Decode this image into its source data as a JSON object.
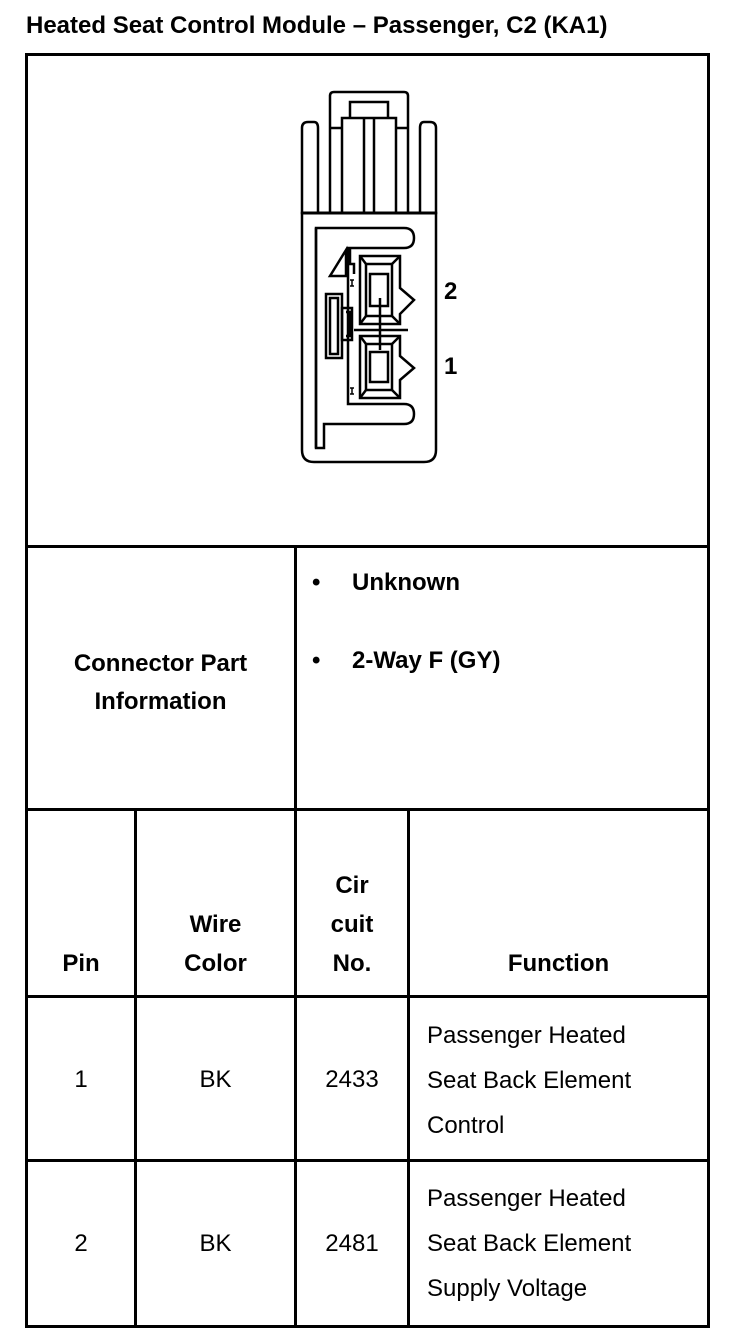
{
  "title": "Heated Seat Control Module – Passenger, C2 (KA1)",
  "diagram": {
    "pin_labels": [
      "2",
      "1"
    ]
  },
  "connector_info": {
    "label_line1": "Connector Part",
    "label_line2": "Information",
    "bullets": [
      "Unknown",
      "2-Way F (GY)"
    ],
    "bullet_char": "•"
  },
  "table": {
    "headers": {
      "pin": "Pin",
      "wire_color_1": "Wire",
      "wire_color_2": "Color",
      "circuit_1": "Cir",
      "circuit_2": "cuit",
      "circuit_3": "No.",
      "function": "Function"
    },
    "rows": [
      {
        "pin": "1",
        "wire_color": "BK",
        "circuit": "2433",
        "function_lines": [
          "Passenger Heated",
          "Seat Back Element",
          "Control"
        ]
      },
      {
        "pin": "2",
        "wire_color": "BK",
        "circuit": "2481",
        "function_lines": [
          "Passenger Heated",
          "Seat Back Element",
          "Supply Voltage"
        ]
      }
    ]
  }
}
